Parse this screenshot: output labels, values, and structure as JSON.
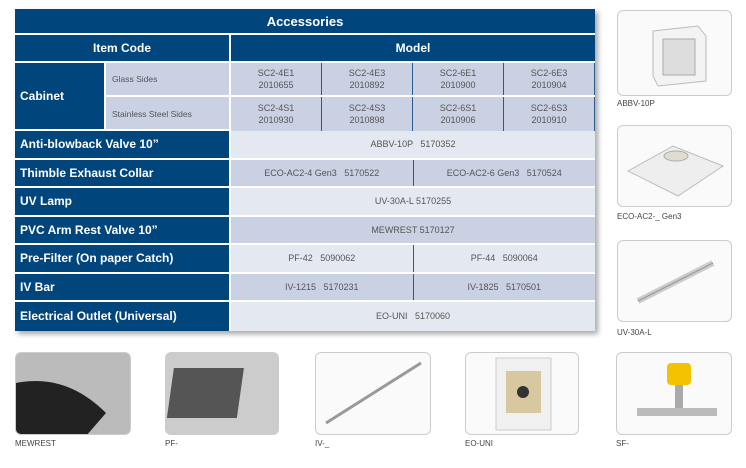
{
  "title": "Accessories",
  "header": {
    "item_code": "Item Code",
    "model": "Model"
  },
  "cabinet": {
    "label": "Cabinet",
    "rows": [
      {
        "label": "Glass Sides",
        "models": [
          [
            "SC2-4E1",
            "2010655"
          ],
          [
            "SC2-4E3",
            "2010892"
          ],
          [
            "SC2-6E1",
            "2010900"
          ],
          [
            "SC2-6E3",
            "2010904"
          ]
        ]
      },
      {
        "label": "Stainless Steel Sides",
        "models": [
          [
            "SC2-4S1",
            "2010930"
          ],
          [
            "SC2-4S3",
            "2010898"
          ],
          [
            "SC2-6S1",
            "2010906"
          ],
          [
            "SC2-6S3",
            "2010910"
          ]
        ]
      }
    ]
  },
  "rows": [
    {
      "label": "Anti-blowback Valve 10”",
      "cells": [
        "ABBV-10P   5170352"
      ]
    },
    {
      "label": "Thimble Exhaust Collar",
      "cells": [
        "ECO-AC2-4 Gen3   5170522",
        "ECO-AC2-6 Gen3   5170524"
      ]
    },
    {
      "label": "UV Lamp",
      "cells": [
        "UV-30A-L 5170255"
      ]
    },
    {
      "label": "PVC Arm Rest Valve 10”",
      "cells": [
        "MEWREST 5170127"
      ]
    },
    {
      "label": "Pre-Filter (On paper Catch)",
      "cells": [
        "PF-42   5090062",
        "PF-44   5090064"
      ]
    },
    {
      "label": "IV Bar",
      "cells": [
        "IV-1215   5170231",
        "IV-1825   5170501"
      ]
    },
    {
      "label": "Electrical Outlet (Universal)",
      "cells": [
        "EO-UNI   5170060"
      ]
    }
  ],
  "images": {
    "abbv": "ABBV-10P",
    "eco": "ECO-AC2-_ Gen3",
    "uv": "UV-30A-L",
    "mew": "MEWREST",
    "pf": "PF-",
    "iv": "IV-_",
    "eo": "EO-UNI",
    "sf": "SF-"
  }
}
